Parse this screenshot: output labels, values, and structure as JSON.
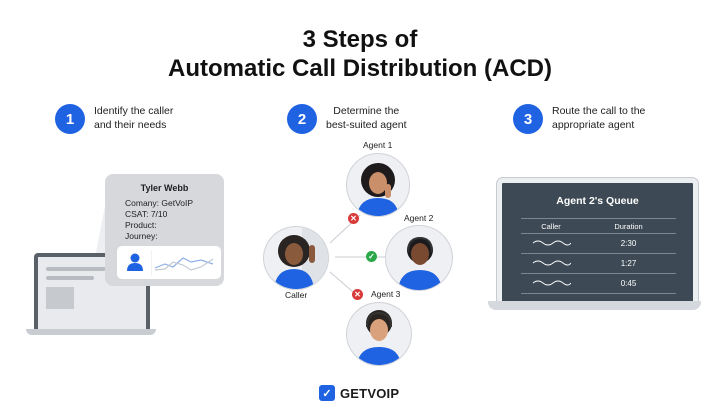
{
  "title": {
    "line1": "3 Steps of",
    "line2": "Automatic Call Distribution (ACD)"
  },
  "steps": [
    {
      "number": "1",
      "line1": "Identify the caller",
      "line2": "and their needs"
    },
    {
      "number": "2",
      "line1": "Determine the",
      "line2": "best-suited agent"
    },
    {
      "number": "3",
      "line1": "Route the call to the",
      "line2": "appropriate agent"
    }
  ],
  "caller_card": {
    "name": "Tyler Webb",
    "company": "Comany: GetVoIP",
    "csat": "CSAT: 7/10",
    "product": "Product:",
    "journey": "Journey:"
  },
  "routing": {
    "caller_label": "Caller",
    "agent1_label": "Agent 1",
    "agent2_label": "Agent 2",
    "agent3_label": "Agent 3"
  },
  "queue": {
    "title": "Agent 2's Queue",
    "col_caller": "Caller",
    "col_duration": "Duration",
    "durations": [
      "2:30",
      "1:27",
      "0:45"
    ]
  },
  "brand": {
    "name": "GETVOIP",
    "accent": "#1f63e3"
  }
}
